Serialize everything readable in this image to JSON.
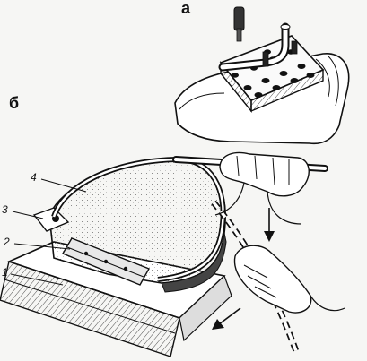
{
  "panels": {
    "a": "а",
    "b": "б"
  },
  "parts": {
    "p1": "1",
    "p2": "2",
    "p3": "3",
    "p4": "4"
  },
  "colors": {
    "ink": "#111111",
    "paper": "#f6f6f4"
  }
}
